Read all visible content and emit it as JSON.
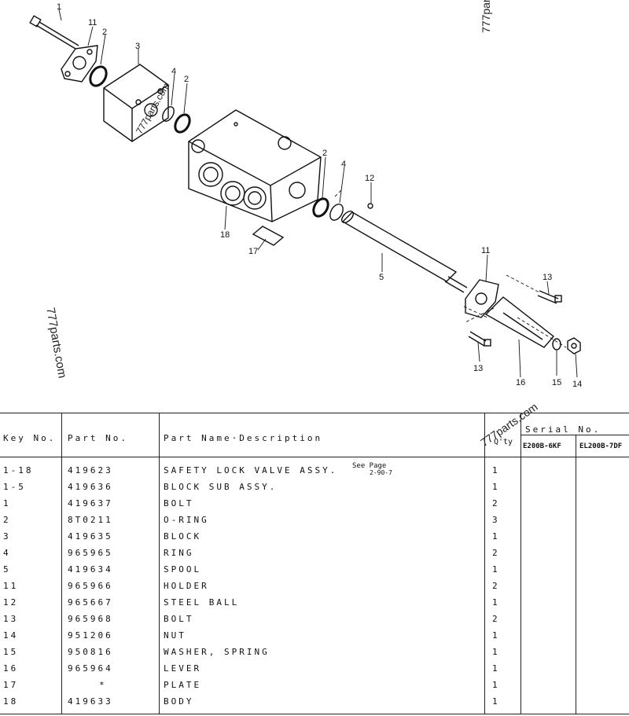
{
  "watermark": "777parts.com",
  "callouts": {
    "c1": "1",
    "c11a": "11",
    "c2a": "2",
    "c3": "3",
    "c4a": "4",
    "c2b": "2",
    "c2c": "2",
    "c4b": "4",
    "c12": "12",
    "c18": "18",
    "c17": "17",
    "c5": "5",
    "c11b": "11",
    "c13a": "13",
    "c13b": "13",
    "c16": "16",
    "c15": "15",
    "c14": "14"
  },
  "table": {
    "headers": {
      "key": "Key No.",
      "part": "Part No.",
      "name": "Part Name·Description",
      "qty": "Q'ty",
      "serial": "Serial No.",
      "serial_a": "E200B-6KF",
      "serial_b": "EL200B-7DF"
    },
    "rows": [
      {
        "key": "1-18",
        "part": "419623",
        "name": "SAFETY LOCK VALVE ASSY.",
        "note": "See Page",
        "note2": "2-90-7",
        "qty": "1"
      },
      {
        "key": "1-5",
        "part": "419636",
        "name": "BLOCK SUB ASSY.",
        "qty": "1"
      },
      {
        "key": "1",
        "part": "419637",
        "name": "BOLT",
        "qty": "2"
      },
      {
        "key": "2",
        "part": "8T0211",
        "name": "O-RING",
        "qty": "3"
      },
      {
        "key": "3",
        "part": "419635",
        "name": "BLOCK",
        "qty": "1"
      },
      {
        "key": "4",
        "part": "965965",
        "name": "RING",
        "qty": "2"
      },
      {
        "key": "5",
        "part": "419634",
        "name": "SPOOL",
        "qty": "1"
      },
      {
        "key": "11",
        "part": "965966",
        "name": "HOLDER",
        "qty": "2"
      },
      {
        "key": "12",
        "part": "965667",
        "name": "STEEL BALL",
        "qty": "1"
      },
      {
        "key": "13",
        "part": "965968",
        "name": "BOLT",
        "qty": "2"
      },
      {
        "key": "14",
        "part": "951206",
        "name": "NUT",
        "qty": "1"
      },
      {
        "key": "15",
        "part": "950816",
        "name": "WASHER, SPRING",
        "qty": "1"
      },
      {
        "key": "16",
        "part": "965964",
        "name": "LEVER",
        "qty": "1"
      },
      {
        "key": "17",
        "part": "*",
        "name": "PLATE",
        "qty": "1"
      },
      {
        "key": "18",
        "part": "419633",
        "name": "BODY",
        "qty": "1"
      }
    ]
  }
}
